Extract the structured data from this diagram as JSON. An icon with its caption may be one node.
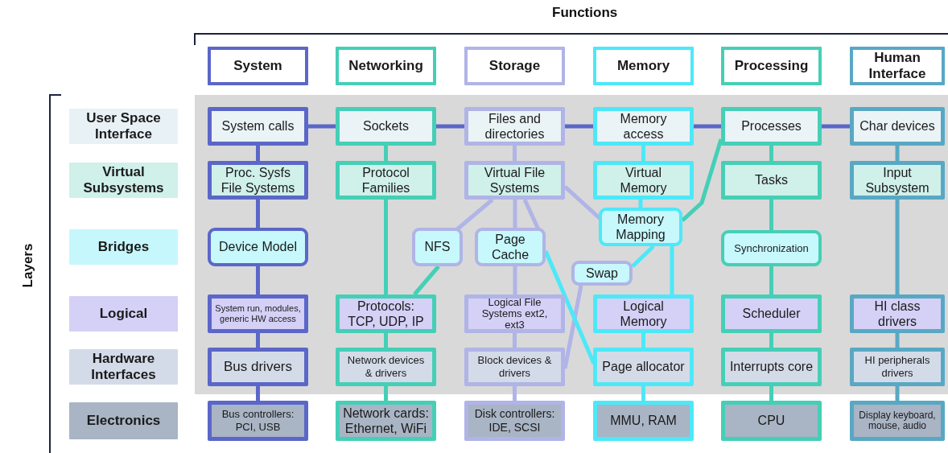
{
  "diagram": {
    "nodes": [
      {
        "text": [
          "System"
        ]
      },
      {
        "text": [
          "Networking"
        ]
      },
      {
        "text": [
          "Storage"
        ]
      },
      {
        "text": [
          "Memory"
        ]
      },
      {
        "text": [
          "Processing"
        ]
      },
      {
        "text": [
          "Human Interface"
        ]
      },
      {
        "text": [
          "User Space Interface"
        ]
      },
      {
        "text": [
          "System calls"
        ]
      },
      {
        "text": [
          "Sockets"
        ]
      },
      {
        "text": [
          "Files and directories"
        ]
      },
      {
        "text": [
          "Memory access"
        ]
      },
      {
        "text": [
          "Processes"
        ]
      },
      {
        "text": [
          "Char devices"
        ]
      },
      {
        "text": [
          "Virtual Subsystems"
        ]
      },
      {
        "text": [
          "Proc. Sysfs File Systems"
        ]
      },
      {
        "text": [
          "Protocol Families"
        ]
      },
      {
        "text": [
          "Virtual File Systems"
        ]
      },
      {
        "text": [
          "Virtual Memory"
        ]
      },
      {
        "text": [
          "Tasks"
        ]
      },
      {
        "text": [
          "Input Subsystem"
        ]
      },
      {
        "text": [
          "Memory Mapping"
        ]
      },
      {
        "text": [
          "Bridges"
        ]
      },
      {
        "text": [
          "Device Model"
        ]
      },
      {
        "text": [
          "NFS"
        ]
      },
      {
        "text": [
          "Page Cache"
        ]
      },
      {
        "text": [
          "Synchronization"
        ]
      },
      {
        "text": [
          "Swap"
        ]
      },
      {
        "text": [
          "Logical"
        ]
      },
      {
        "text": [
          "System run, modules, generic HW access"
        ]
      },
      {
        "text": [
          "Protocols: TCP, UDP, IP"
        ]
      },
      {
        "text": [
          "Logical File Systems ext2, ext3"
        ]
      },
      {
        "text": [
          "Logical Memory"
        ]
      },
      {
        "text": [
          "Scheduler"
        ]
      },
      {
        "text": [
          "HI class drivers"
        ]
      },
      {
        "text": [
          "Hardware Interfaces"
        ]
      },
      {
        "text": [
          "Bus drivers"
        ]
      },
      {
        "text": [
          "Network devices & drivers"
        ]
      },
      {
        "text": [
          "Block devices & drivers"
        ]
      },
      {
        "text": [
          "Page allocator"
        ]
      },
      {
        "text": [
          "Interrupts core"
        ]
      },
      {
        "text": [
          "HI peripherals drivers"
        ]
      },
      {
        "text": [
          "Electronics"
        ]
      },
      {
        "text": [
          "Bus controllers: PCI, USB"
        ]
      },
      {
        "text": [
          "Network cards: Ethernet, WiFi"
        ]
      },
      {
        "text": [
          "Disk controllers: IDE, SCSI"
        ]
      },
      {
        "text": [
          "MMU, RAM"
        ]
      },
      {
        "text": [
          "CPU"
        ]
      },
      {
        "text": [
          "Display keyboard, mouse, audio"
        ]
      }
    ],
    "edges": [
      {
        "from": 7,
        "to": 8,
        "arrow": "none",
        "color": "#5b67c8"
      },
      {
        "from": 8,
        "to": 9,
        "arrow": "none",
        "color": "#5b67c8"
      },
      {
        "from": 9,
        "to": 10,
        "arrow": "none",
        "color": "#5b67c8"
      },
      {
        "from": 10,
        "to": 11,
        "arrow": "none",
        "color": "#5b67c8"
      },
      {
        "from": 11,
        "to": 12,
        "arrow": "none",
        "color": "#5b67c8"
      },
      {
        "from": 7,
        "to": 14,
        "arrow": "none",
        "color": "#5b67c8"
      },
      {
        "from": 14,
        "to": 22,
        "arrow": "none",
        "color": "#5b67c8"
      },
      {
        "from": 22,
        "to": 28,
        "arrow": "none",
        "color": "#5b67c8"
      },
      {
        "from": 28,
        "to": 35,
        "arrow": "none",
        "color": "#5b67c8"
      },
      {
        "from": 35,
        "to": 42,
        "arrow": "none",
        "color": "#5b67c8"
      },
      {
        "from": 8,
        "to": 15,
        "arrow": "none"
      },
      {
        "from": 15,
        "to": 29,
        "arrow": "none"
      },
      {
        "from": 29,
        "to": 36,
        "arrow": "none"
      },
      {
        "from": 36,
        "to": 43,
        "arrow": "none"
      },
      {
        "from": 23,
        "to": 29,
        "arrow": "none"
      },
      {
        "from": 9,
        "to": 16,
        "arrow": "none",
        "color": "#b0b4e6"
      },
      {
        "from": 16,
        "to": 23,
        "arrow": "none",
        "color": "#b0b4e6"
      },
      {
        "from": 16,
        "to": 24,
        "arrow": "none",
        "color": "#b0b4e6"
      },
      {
        "from": 16,
        "to": 24,
        "arrow": "none",
        "color": "#b0b4e6"
      },
      {
        "from": 24,
        "to": 30,
        "arrow": "none",
        "color": "#b0b4e6"
      },
      {
        "from": 30,
        "to": 37,
        "arrow": "none",
        "color": "#b0b4e6"
      },
      {
        "from": 37,
        "to": 44,
        "arrow": "none",
        "color": "#b0b4e6"
      },
      {
        "from": 16,
        "to": 20,
        "arrow": "none",
        "color": "#b0b4e6"
      },
      {
        "from": 26,
        "to": 37,
        "arrow": "none",
        "color": "#b0b4e6"
      },
      {
        "from": 10,
        "to": 17,
        "arrow": "none",
        "color": "#4de8f8"
      },
      {
        "from": 17,
        "to": 20,
        "arrow": "none",
        "color": "#4de8f8"
      },
      {
        "from": 20,
        "to": 31,
        "arrow": "none",
        "color": "#4de8f8"
      },
      {
        "from": 20,
        "to": 26,
        "arrow": "none",
        "color": "#4de8f8"
      },
      {
        "from": 24,
        "to": 38,
        "arrow": "none",
        "color": "#4de8f8"
      },
      {
        "from": 31,
        "to": 38,
        "arrow": "none",
        "color": "#4de8f8"
      },
      {
        "from": 38,
        "to": 45,
        "arrow": "none",
        "color": "#4de8f8"
      },
      {
        "from": 20,
        "to": 11,
        "arrow": "none"
      },
      {
        "from": 11,
        "to": 18,
        "arrow": "none"
      },
      {
        "from": 18,
        "to": 25,
        "arrow": "none"
      },
      {
        "from": 25,
        "to": 32,
        "arrow": "none"
      },
      {
        "from": 32,
        "to": 39,
        "arrow": "none"
      },
      {
        "from": 39,
        "to": 46,
        "arrow": "none"
      },
      {
        "from": 12,
        "to": 19,
        "arrow": "none",
        "color": "#58a8c4"
      },
      {
        "from": 19,
        "to": 33,
        "arrow": "none",
        "color": "#58a8c4"
      },
      {
        "from": 33,
        "to": 40,
        "arrow": "none",
        "color": "#58a8c4"
      },
      {
        "from": 40,
        "to": 47,
        "arrow": "none",
        "color": "#58a8c4"
      }
    ],
    "labels": [
      "Functions",
      "Layers"
    ]
  }
}
